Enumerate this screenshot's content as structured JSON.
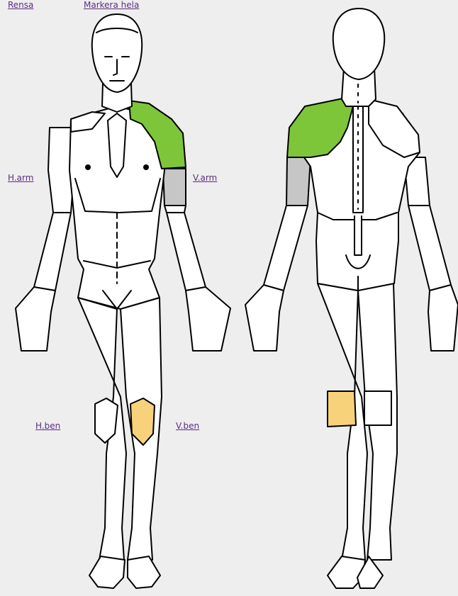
{
  "links": {
    "clear": "Rensa",
    "select_all": "Markera hela",
    "right_arm": "H.arm",
    "left_arm": "V.arm",
    "right_leg": "H.ben",
    "left_leg": "V.ben"
  },
  "regions": {
    "front_left_shoulder": {
      "state": "selected",
      "color": "#7dc63a"
    },
    "front_left_upper_arm": {
      "state": "marked",
      "color": "#c6c6c6"
    },
    "front_left_knee": {
      "state": "selected",
      "color": "#f7d27a"
    },
    "back_left_shoulder": {
      "state": "selected",
      "color": "#7dc63a"
    },
    "back_left_upper_arm": {
      "state": "marked",
      "color": "#c6c6c6"
    },
    "back_left_knee": {
      "state": "selected",
      "color": "#f7d27a"
    }
  }
}
